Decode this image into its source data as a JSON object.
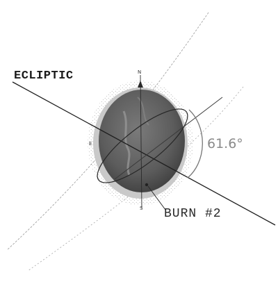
{
  "labels": {
    "ecliptic": "ECLIPTIC",
    "burn": "BURN #2",
    "angle": "61.6°"
  },
  "cardinal": {
    "north": "N",
    "east": "E",
    "south": "S"
  },
  "colors": {
    "ink": "#1b1b1b",
    "halo": "#c8c8c8",
    "globe": "#5e5e5e",
    "angle_text": "#8a8a8a"
  }
}
